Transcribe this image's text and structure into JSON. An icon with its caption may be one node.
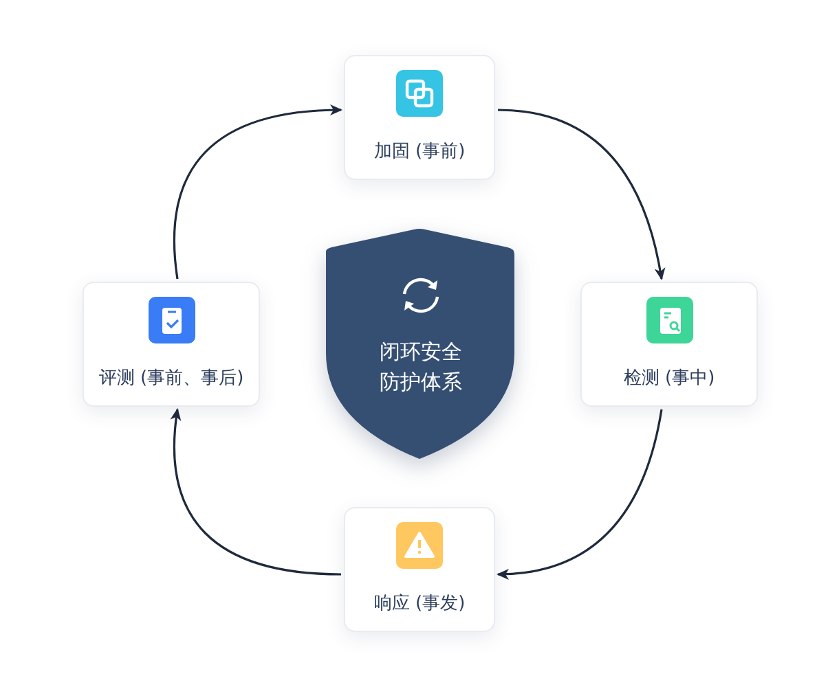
{
  "diagram": {
    "nodes": [
      {
        "text": [
          "加固 (事前)"
        ]
      },
      {
        "text": [
          "评测 (事前、事后)"
        ]
      },
      {
        "text": [
          "闭环安全防护体系"
        ]
      },
      {
        "text": [
          "检测 (事中)"
        ]
      },
      {
        "text": [
          "响应 (事发)"
        ]
      }
    ],
    "edges": [
      {
        "from": 0,
        "to": 3,
        "arrow": "to"
      },
      {
        "from": 3,
        "to": 4,
        "arrow": "to"
      },
      {
        "from": 4,
        "to": 1,
        "arrow": "to"
      },
      {
        "from": 1,
        "to": 0,
        "arrow": "to"
      }
    ]
  }
}
